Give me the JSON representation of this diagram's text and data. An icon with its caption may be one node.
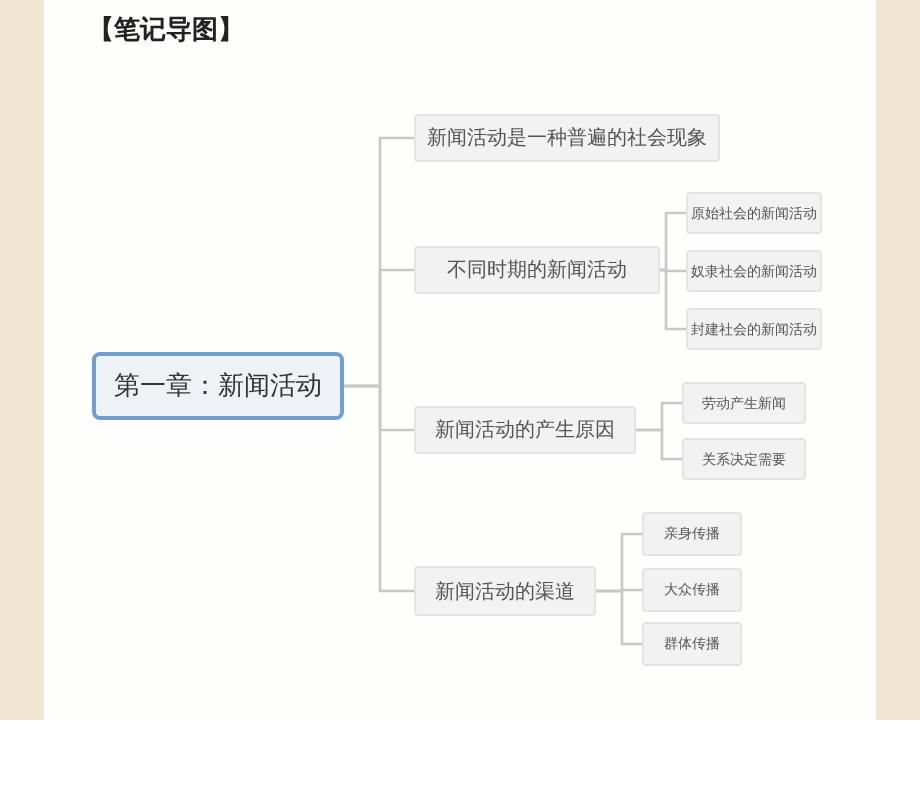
{
  "diagram": {
    "title": "【笔记导图】",
    "nodes": [
      {
        "text": [
          "第一章：新闻活动"
        ]
      },
      {
        "text": [
          "新闻活动是一种普遍的社会现象"
        ]
      },
      {
        "text": [
          "不同时期的新闻活动"
        ]
      },
      {
        "text": [
          "原始社会的新闻活动"
        ]
      },
      {
        "text": [
          "奴隶社会的新闻活动"
        ]
      },
      {
        "text": [
          "封建社会的新闻活动"
        ]
      },
      {
        "text": [
          "新闻活动的产生原因"
        ]
      },
      {
        "text": [
          "劳动产生新闻"
        ]
      },
      {
        "text": [
          "关系决定需要"
        ]
      },
      {
        "text": [
          "新闻活动的渠道"
        ]
      },
      {
        "text": [
          "亲身传播"
        ]
      },
      {
        "text": [
          "大众传播"
        ]
      },
      {
        "text": [
          "群体传播"
        ]
      }
    ],
    "edges": [
      {
        "from": 0,
        "to": 1,
        "arrow": "none"
      },
      {
        "from": 0,
        "to": 2,
        "arrow": "none"
      },
      {
        "from": 2,
        "to": 3,
        "arrow": "none"
      },
      {
        "from": 2,
        "to": 4,
        "arrow": "none"
      },
      {
        "from": 2,
        "to": 5,
        "arrow": "none"
      },
      {
        "from": 0,
        "to": 6,
        "arrow": "none"
      },
      {
        "from": 6,
        "to": 7,
        "arrow": "none"
      },
      {
        "from": 6,
        "to": 8,
        "arrow": "none"
      },
      {
        "from": 0,
        "to": 9,
        "arrow": "none"
      },
      {
        "from": 9,
        "to": 10,
        "arrow": "none"
      },
      {
        "from": 9,
        "to": 11,
        "arrow": "none"
      },
      {
        "from": 9,
        "to": 12,
        "arrow": "none"
      }
    ]
  }
}
